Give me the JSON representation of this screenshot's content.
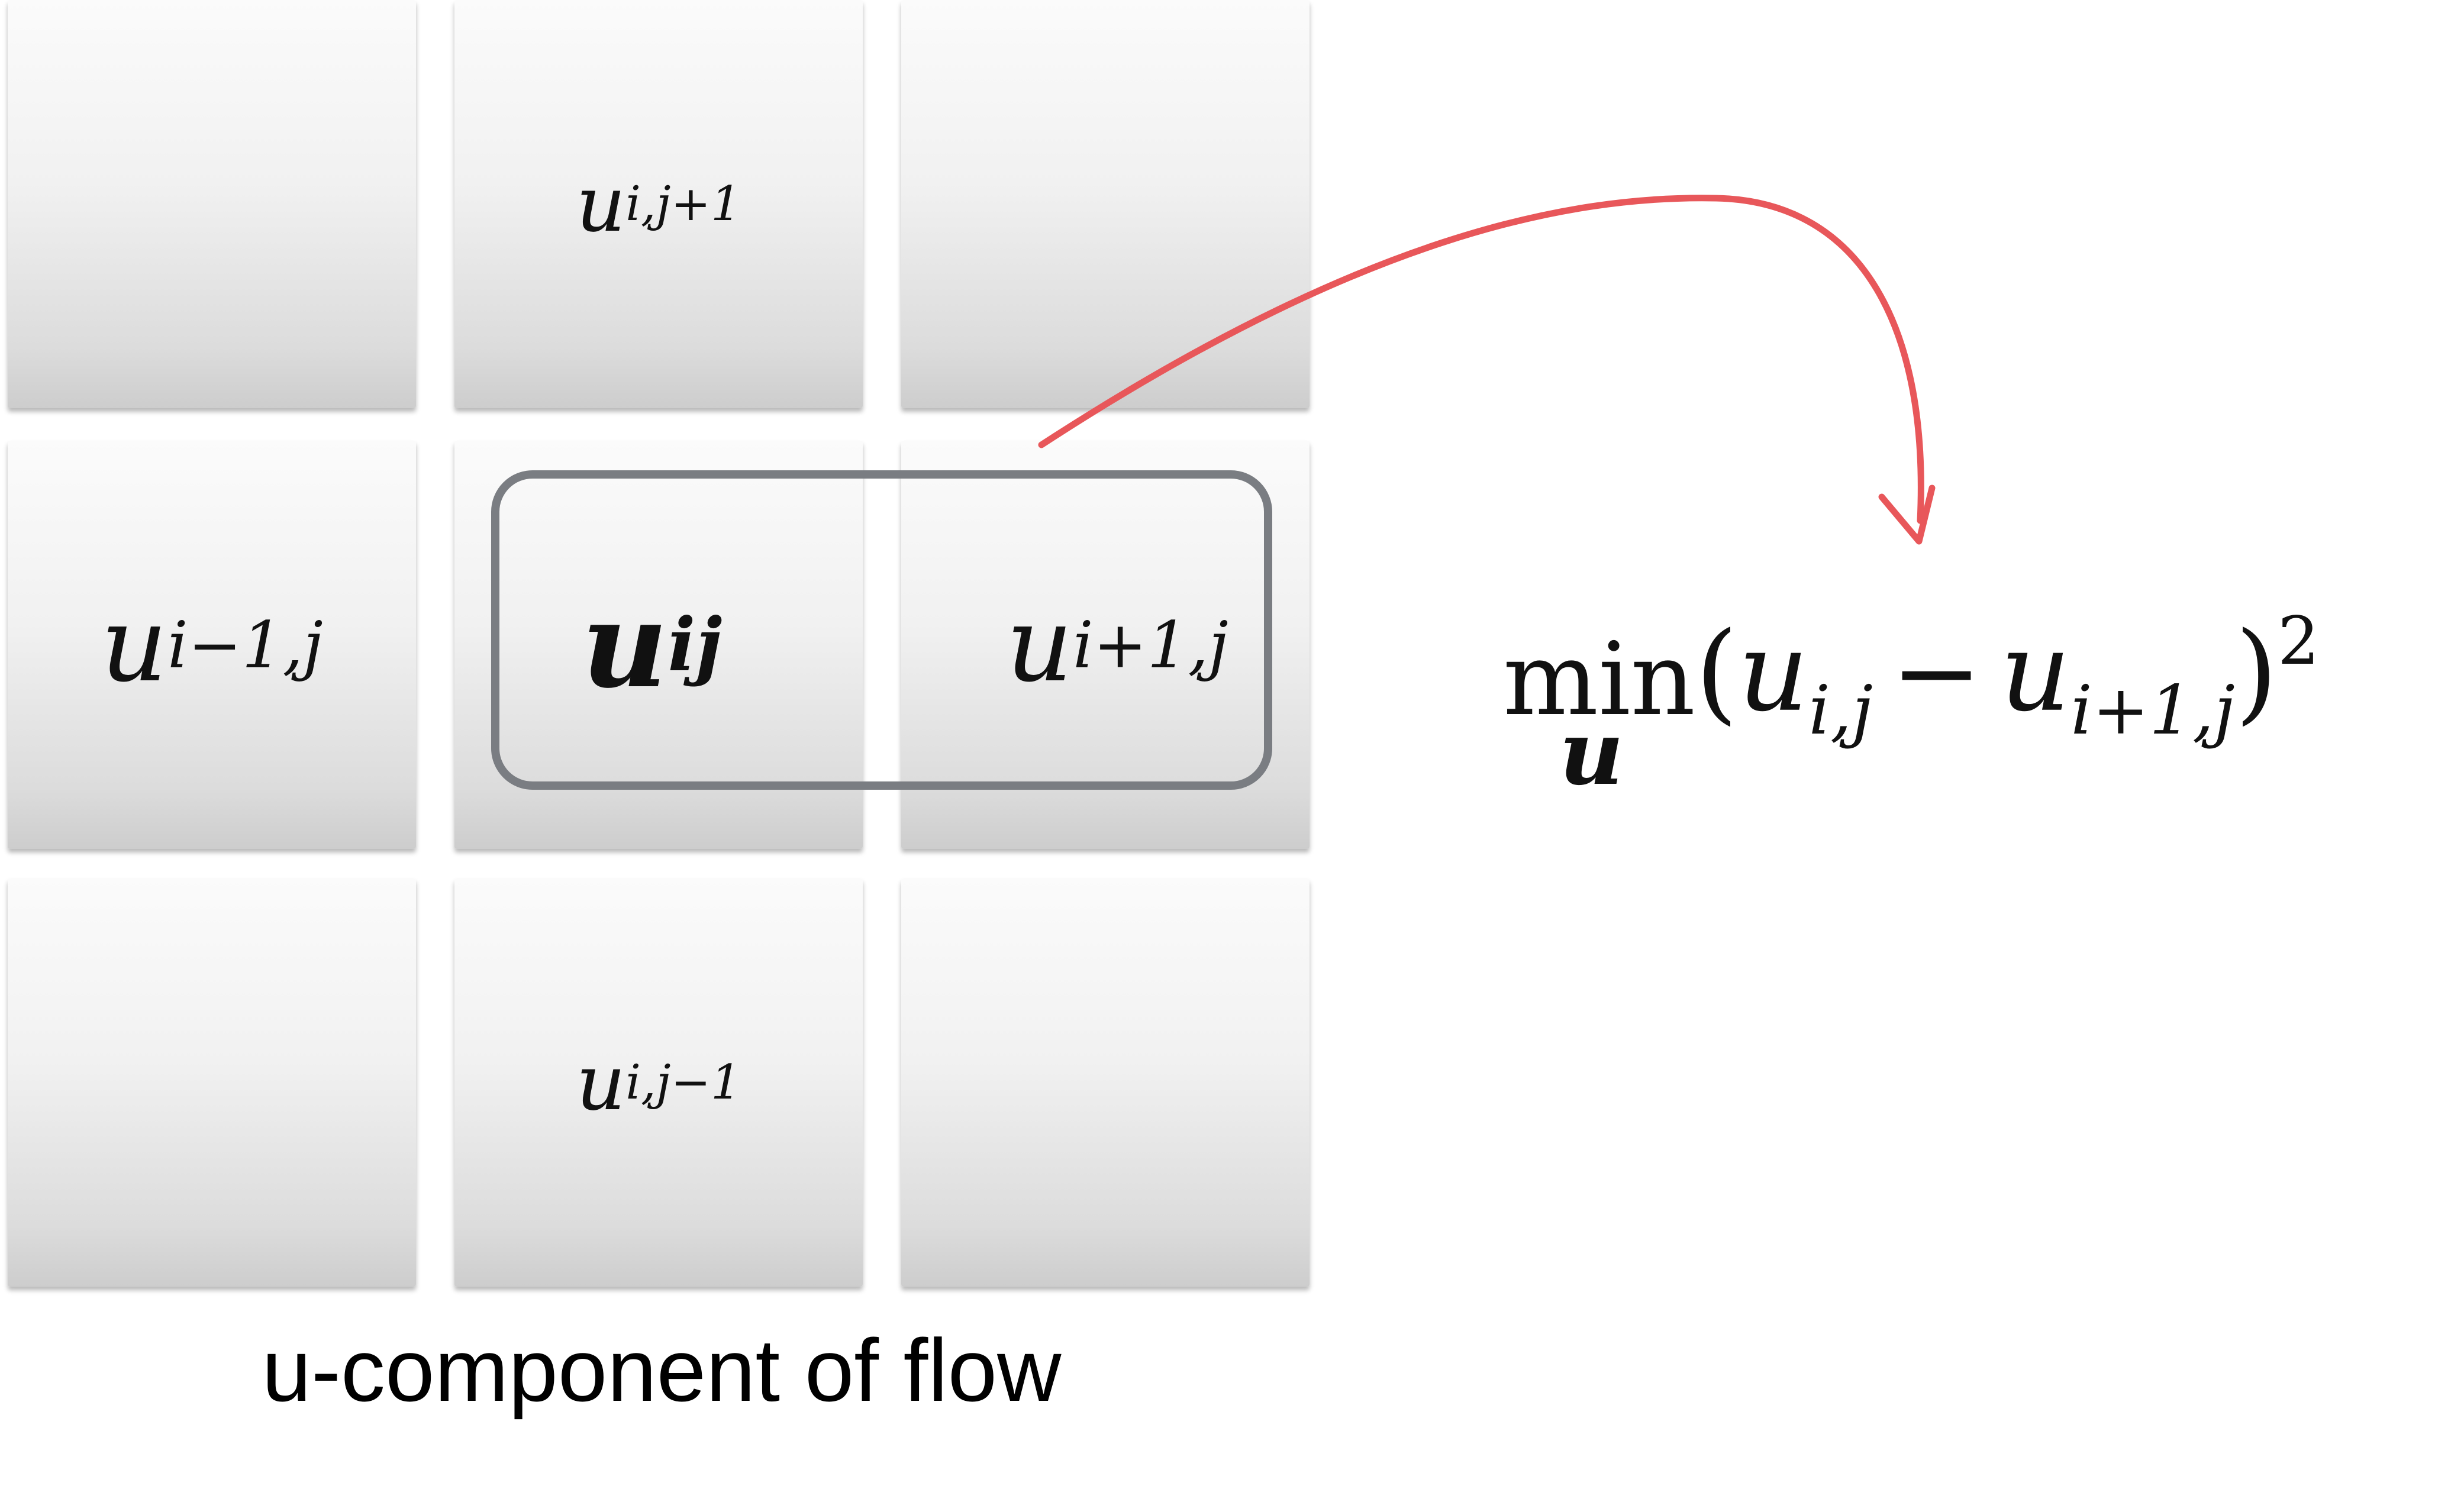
{
  "caption": "u-component of flow",
  "grid": {
    "top_center": {
      "base": "u",
      "sub": "i,j+1"
    },
    "middle_left": {
      "base": "u",
      "sub": "i−1,j"
    },
    "middle_center": {
      "base": "u",
      "sub": "ij"
    },
    "middle_right": {
      "base": "u",
      "sub": "i+1,j"
    },
    "bottom_center": {
      "base": "u",
      "sub": "i,j−1"
    }
  },
  "formula": {
    "operator": "min",
    "operator_sub": "u",
    "open_paren": "(",
    "term1_base": "u",
    "term1_sub": "i,j",
    "minus": "−",
    "term2_base": "u",
    "term2_sub": "i+1,j",
    "close_paren": ")",
    "exponent": "2"
  },
  "colors": {
    "arrow": "#e8575a",
    "highlight_border": "#7a7d82"
  }
}
